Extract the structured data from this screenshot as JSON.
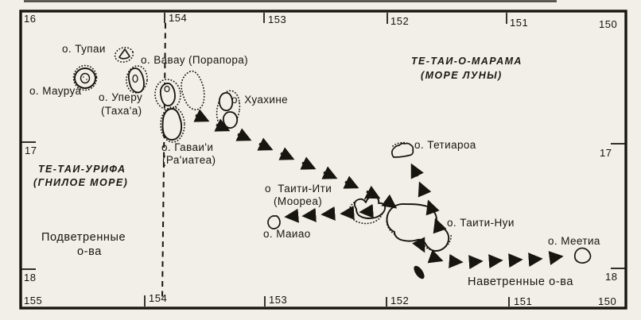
{
  "map": {
    "sea_west": {
      "line1": "ТЕ-ТАИ-УРИФА",
      "line2": "(ГНИЛОЕ МОРЕ)"
    },
    "sea_east": {
      "line1": "ТЕ-ТАИ-О-МАРАМА",
      "line2": "(МОРЕ ЛУНЫ)"
    },
    "region_west": {
      "line1": "Подветренные",
      "line2": "о-ва"
    },
    "region_east": {
      "text": "Наветренные о-ва"
    },
    "islands": {
      "tupai": {
        "label": "о. Тупаи"
      },
      "vavau": {
        "label": "о. Вавау (Порапора)"
      },
      "maurua": {
        "label": "о. Мауруа"
      },
      "uperu": {
        "label": "о. Уперу",
        "sub": "(Таха'а)"
      },
      "huahine": {
        "label": "о. Хуахине"
      },
      "havaii": {
        "label": "о. Гаваи'и",
        "sub": "(Ра'иатеа)"
      },
      "tetiaroa": {
        "label": "о. Тетиароа"
      },
      "taiti_iti": {
        "label": "о  Таити-Ити",
        "sub": "(Моореа)"
      },
      "maiao": {
        "label": "о. Маиао"
      },
      "taiti_nui": {
        "label": "о. Таити-Нуи"
      },
      "meetia": {
        "label": "о. Меетиа"
      }
    },
    "graticule": {
      "top": [
        "154",
        "153",
        "152",
        "151",
        "150"
      ],
      "bottom": [
        "155",
        "154",
        "153",
        "152",
        "151",
        "150"
      ],
      "left": [
        "16",
        "17",
        "18"
      ],
      "right": [
        "17",
        "18"
      ]
    },
    "colors": {
      "ink": "#17150f",
      "paper": "#f1efe8"
    }
  }
}
